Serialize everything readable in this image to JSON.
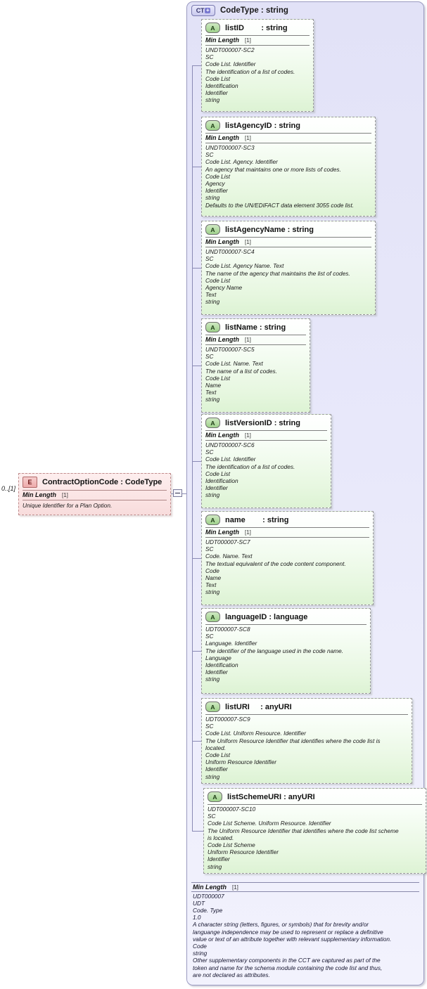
{
  "diagram": {
    "container": {
      "badge": "CT",
      "badge_plus": "+",
      "title": "CodeType : string",
      "footer": {
        "facet_name": "Min Length",
        "facet_value": "[1]",
        "docs": "UDT000007\nUDT\nCode. Type\n1.0\nA character string (letters, figures, or symbols) that for brevity and/or\nlanguange independence may be used to represent or replace a definitive\nvalue or text of an attribute together with relevant supplementary information.\nCode\nstring\nOther supplementary components in the CCT are captured as part of the\ntoken and name for the schema module containing the code list and thus,\nare not declared as attributes."
      }
    },
    "element": {
      "badge": "E",
      "title": "ContractOptionCode : CodeType",
      "occurs": "0..[1]",
      "facet_name": "Min Length",
      "facet_value": "[1]",
      "docs": "Unique Identifier for a Plan Option."
    },
    "attributes": [
      {
        "badge": "A",
        "title": "listID        : string",
        "has_facet": true,
        "facet_name": "Min Length",
        "facet_value": "[1]",
        "docs": "UNDT000007-SC2\nSC\nCode List. Identifier\nThe identification of a list of codes.\nCode List\nIdentification\nIdentifier\nstring"
      },
      {
        "badge": "A",
        "title": "listAgencyID : string",
        "has_facet": true,
        "facet_name": "Min Length",
        "facet_value": "[1]",
        "docs": "UNDT000007-SC3\nSC\nCode List. Agency. Identifier\nAn agency that maintains one or more lists of codes.\nCode List\nAgency\nIdentifier\nstring\nDefaults to the UN/EDIFACT data element 3055 code list."
      },
      {
        "badge": "A",
        "title": "listAgencyName : string",
        "has_facet": true,
        "facet_name": "Min Length",
        "facet_value": "[1]",
        "docs": "UNDT000007-SC4\nSC\nCode List. Agency Name. Text\nThe name of the agency that maintains the list of codes.\nCode List\nAgency Name\nText\nstring"
      },
      {
        "badge": "A",
        "title": "listName : string",
        "has_facet": true,
        "facet_name": "Min Length",
        "facet_value": "[1]",
        "docs": "UNDT000007-SC5\nSC\nCode List. Name. Text\nThe name of a list of codes.\nCode List\nName\nText\nstring"
      },
      {
        "badge": "A",
        "title": "listVersionID : string",
        "has_facet": true,
        "facet_name": "Min Length",
        "facet_value": "[1]",
        "docs": "UNDT000007-SC6\nSC\nCode List. Identifier\nThe identification of a list of codes.\nCode List\nIdentification\nIdentifier\nstring"
      },
      {
        "badge": "A",
        "title": "name        : string",
        "has_facet": true,
        "facet_name": "Min Length",
        "facet_value": "[1]",
        "docs": "UDT000007-SC7\nSC\nCode. Name. Text\nThe textual equivalent of the code content component.\nCode\nName\nText\nstring"
      },
      {
        "badge": "A",
        "title": "languageID : language",
        "has_facet": false,
        "facet_name": "",
        "facet_value": "",
        "docs": "UDT000007-SC8\nSC\nLanguage. Identifier\nThe identifier of the language used in the code name.\nLanguage\nIdentification\nIdentifier\nstring"
      },
      {
        "badge": "A",
        "title": "listURI     : anyURI",
        "has_facet": false,
        "facet_name": "",
        "facet_value": "",
        "docs": "UDT000007-SC9\nSC\nCode List. Uniform Resource. Identifier\nThe Uniform Resource Identifier that identifies where the code list is\nlocated.\nCode List\nUniform Resource Identifier\nIdentifier\nstring"
      },
      {
        "badge": "A",
        "title": "listSchemeURI : anyURI",
        "has_facet": false,
        "facet_name": "",
        "facet_value": "",
        "docs": "UDT000007-SC10\nSC\nCode List Scheme. Uniform Resource. Identifier\nThe Uniform Resource Identifier that identifies where the code list scheme\nis located.\nCode List Scheme\nUniform Resource Identifier\nIdentifier\nstring"
      }
    ]
  }
}
